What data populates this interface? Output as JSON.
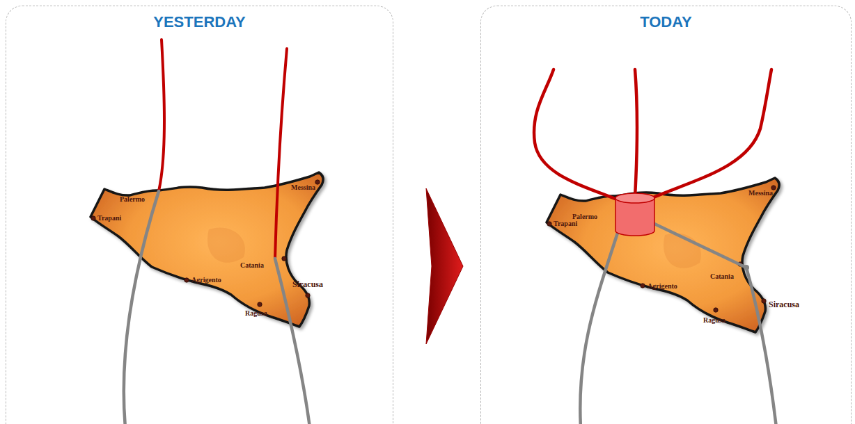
{
  "diagram": {
    "nodes": [
      {
        "text": [
          "YESTERDAY"
        ]
      },
      {
        "text": [
          "TODAY"
        ]
      }
    ],
    "edges": [
      {
        "from": 0,
        "to": 1,
        "arrow": "to"
      }
    ],
    "labels": [
      "Palermo",
      "Trapani",
      "Messina",
      "Catania",
      "Agrigento",
      "Siracusa",
      "Ragusa",
      "Palermo",
      "Trapani",
      "Messina",
      "Catania",
      "Agrigento",
      "Siracusa",
      "Ragusa"
    ]
  }
}
